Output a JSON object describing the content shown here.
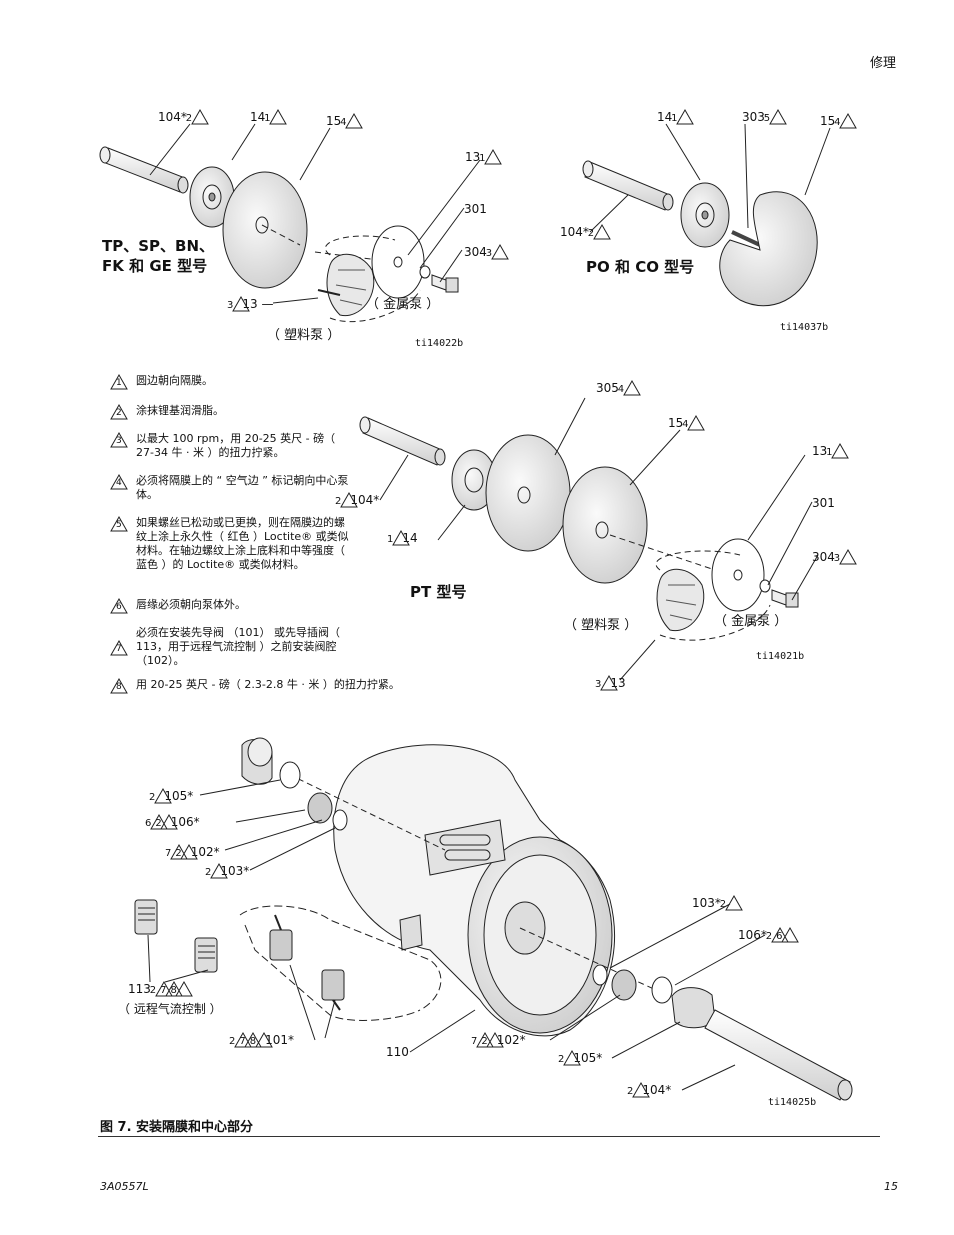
{
  "header": {
    "section": "修理"
  },
  "top_left": {
    "title_line1": "TP、SP、BN、",
    "title_line2": "FK 和 GE 型号",
    "callouts": {
      "c104": "104*",
      "c104_tri": "2",
      "c14": "14",
      "c14_tri": "1",
      "c15": "15",
      "c15_tri": "4",
      "c13": "13",
      "c13_tri": "1",
      "c301": "301",
      "c304": "304",
      "c304_tri": "3",
      "c13b": "13",
      "c13b_tri": "3"
    },
    "metal_pump": "（ 金属泵 ）",
    "plastic_pump": "（ 塑料泵 ）",
    "figure_id": "ti14022b"
  },
  "top_right": {
    "title": "PO 和 CO 型号",
    "callouts": {
      "c14": "14",
      "c14_tri": "1",
      "c303": "303",
      "c303_tri": "5",
      "c15": "15",
      "c15_tri": "4",
      "c104": "104*",
      "c104_tri": "2"
    },
    "figure_id": "ti14037b"
  },
  "notes": [
    {
      "num": "1",
      "text": "圆边朝向隔膜。"
    },
    {
      "num": "2",
      "text": "涂抹锂基润滑脂。"
    },
    {
      "num": "3",
      "text": "以最大 100 rpm，用 20-25 英尺 - 磅（ 27-34 牛 · 米 ）的扭力拧紧。"
    },
    {
      "num": "4",
      "text": "必须将隔膜上的 “ 空气边 ” 标记朝向中心泵体。"
    },
    {
      "num": "5",
      "text": "如果螺丝已松动或已更换，则在隔膜边的螺纹上涂上永久性（ 红色 ）Loctite® 或类似材料。在轴边螺纹上涂上底料和中等强度（ 蓝色 ）的 Loctite® 或类似材料。"
    },
    {
      "num": "6",
      "text": "唇缘必须朝向泵体外。"
    },
    {
      "num": "7",
      "text": "必须在安装先导阀 （101） 或先导插阀（ 113，用于远程气流控制 ）之前安装阀腔 （102）。"
    },
    {
      "num": "8",
      "text": "用 20-25 英尺 - 磅（ 2.3-2.8 牛 · 米 ）的扭力拧紧。"
    }
  ],
  "middle_right": {
    "title": "PT 型号",
    "callouts": {
      "c305": "305",
      "c305_tri": "4",
      "c15": "15",
      "c15_tri": "4",
      "c13": "13",
      "c13_tri": "1",
      "c104": "104*",
      "c104_tri": "2",
      "c14": "14",
      "c14_tri": "1",
      "c301": "301",
      "c304": "304",
      "c304_tri": "3",
      "c13b": "13",
      "c13b_tri": "3"
    },
    "plastic_pump": "（ 塑料泵 ）",
    "metal_pump": "（ 金属泵 ）",
    "figure_id": "ti14021b"
  },
  "bottom": {
    "callouts": {
      "c105": "105*",
      "c106": "106*",
      "c102": "102*",
      "c103": "103*",
      "c113": "113",
      "remote": "（ 远程气流控制 ）",
      "c101": "101*",
      "c110": "110",
      "r103": "103*",
      "r106": "106*",
      "r102": "102*",
      "r105": "105*",
      "r104": "104*"
    },
    "figure_id": "ti14025b"
  },
  "caption": "图 7. 安装隔膜和中心部分",
  "footer": {
    "doc_number": "3A0557L",
    "page_number": "15"
  }
}
